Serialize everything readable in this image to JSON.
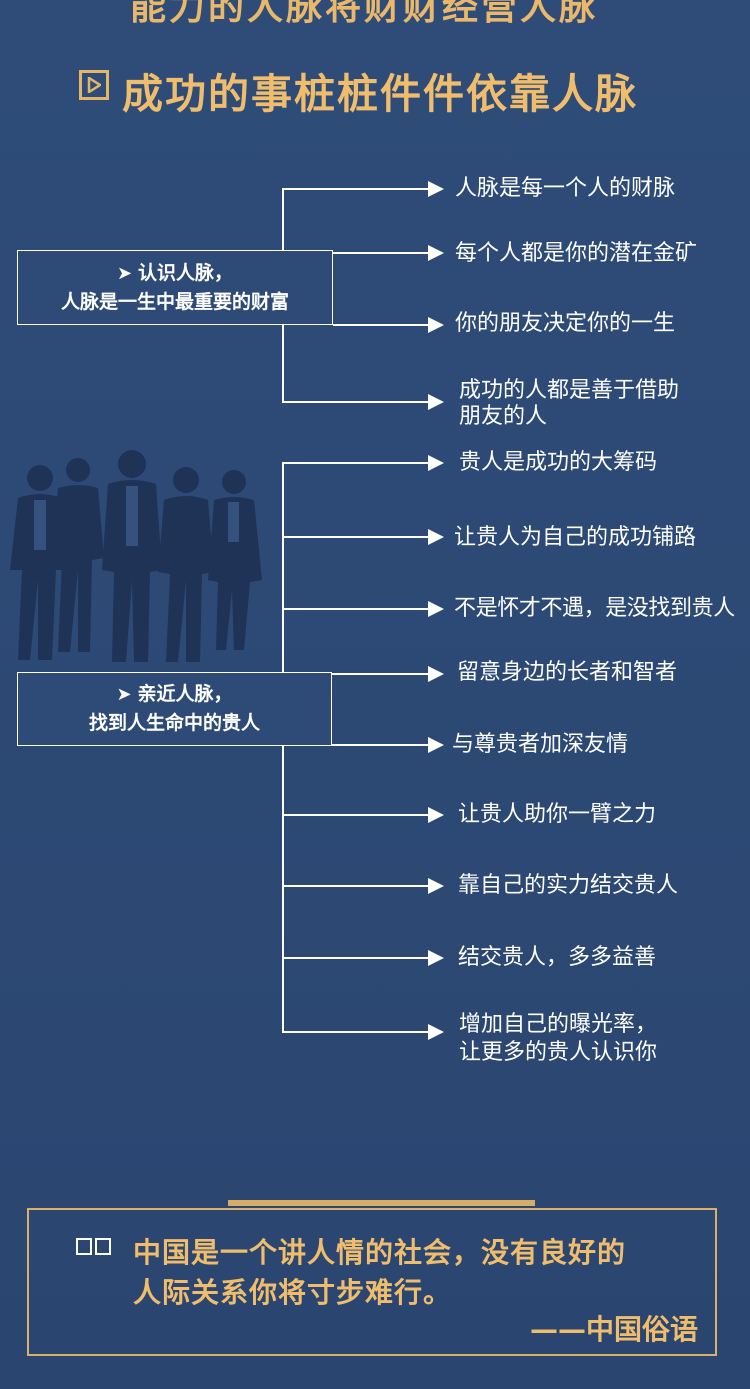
{
  "header": {
    "top_cut_title": "能力的人脉将财财经营人脉",
    "section_title": "成功的事桩桩件件依靠人脉"
  },
  "group1": {
    "label_line1": "认识人脉，",
    "label_line2": "人脉是一生中最重要的财富",
    "items": [
      "人脉是每一个人的财脉",
      "每个人都是你的潜在金矿",
      "你的朋友决定你的一生",
      "成功的人都是善于借助",
      "朋友的人"
    ]
  },
  "group2": {
    "label_line1": "亲近人脉，",
    "label_line2": "找到人生命中的贵人",
    "items": [
      "贵人是成功的大筹码",
      "让贵人为自己的成功铺路",
      "不是怀才不遇，是没找到贵人",
      "留意身边的长者和智者",
      "与尊贵者加深友情",
      "让贵人助你一臂之力",
      "靠自己的实力结交贵人",
      "结交贵人，多多益善",
      "增加自己的曝光率，",
      "让更多的贵人认识你"
    ]
  },
  "quote": {
    "line1": "中国是一个讲人情的社会，没有良好的",
    "line2": "人际关系你将寸步难行。",
    "source": "——中国俗语"
  },
  "colors": {
    "background": "#2d4a76",
    "gold": "#efbd6c",
    "line": "#ffffff"
  }
}
